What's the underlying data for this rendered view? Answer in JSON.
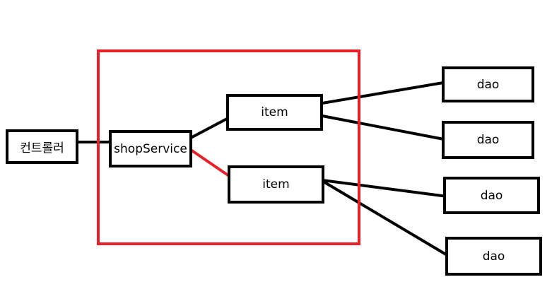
{
  "colors": {
    "frame": "#e8202a",
    "node_border": "#000000",
    "link": "#000000",
    "highlight_link": "#e8202a"
  },
  "nodes": {
    "controller": "컨트롤러",
    "shop_service": "shopService",
    "item_top": "item",
    "item_bottom": "item",
    "dao_1": "dao",
    "dao_2": "dao",
    "dao_3": "dao",
    "dao_4": "dao"
  },
  "edges": [
    {
      "from": "controller",
      "to": "shop_service",
      "color": "#000000"
    },
    {
      "from": "shop_service",
      "to": "item_top",
      "color": "#000000"
    },
    {
      "from": "shop_service",
      "to": "item_bottom",
      "color": "#e8202a"
    },
    {
      "from": "item_top",
      "to": "dao_1",
      "color": "#000000"
    },
    {
      "from": "item_top",
      "to": "dao_2",
      "color": "#000000"
    },
    {
      "from": "item_bottom",
      "to": "dao_3",
      "color": "#000000"
    },
    {
      "from": "item_bottom",
      "to": "dao_4",
      "color": "#000000"
    }
  ]
}
